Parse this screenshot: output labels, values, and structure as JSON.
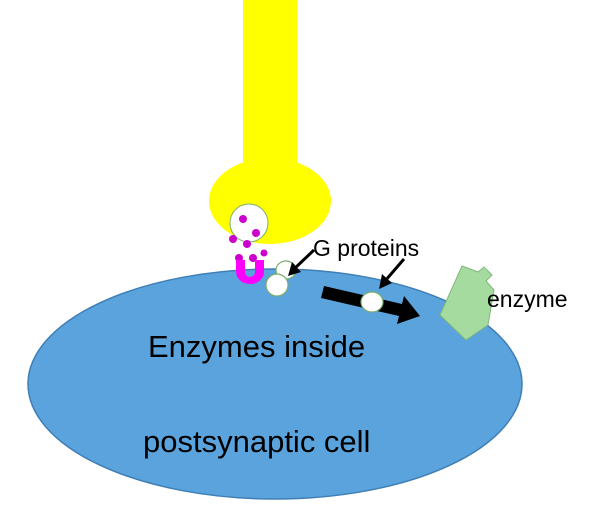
{
  "labels": {
    "g_proteins": "G proteins",
    "enzyme": "enzyme",
    "cell_line1": "Enzymes inside",
    "cell_line2": "postsynaptic cell"
  },
  "colors": {
    "axon": "#FFFF00",
    "cell": "#5BA3DC",
    "cell_outline": "#3F7FB5",
    "receptor": "#FF00FF",
    "neurotransmitter": "#CC00CC",
    "enzyme": "#A6DBA0",
    "enzyme_outline": "#7FB87A",
    "g_protein_fill": "#FFFFFF",
    "g_protein_outline": "#7AAE6E",
    "arrow": "#000000"
  },
  "icons": {
    "receptor": "horseshoe-receptor",
    "vesicle": "vesicle-circle",
    "g_protein": "oval-g-protein",
    "enzyme": "octagon-enzyme"
  }
}
